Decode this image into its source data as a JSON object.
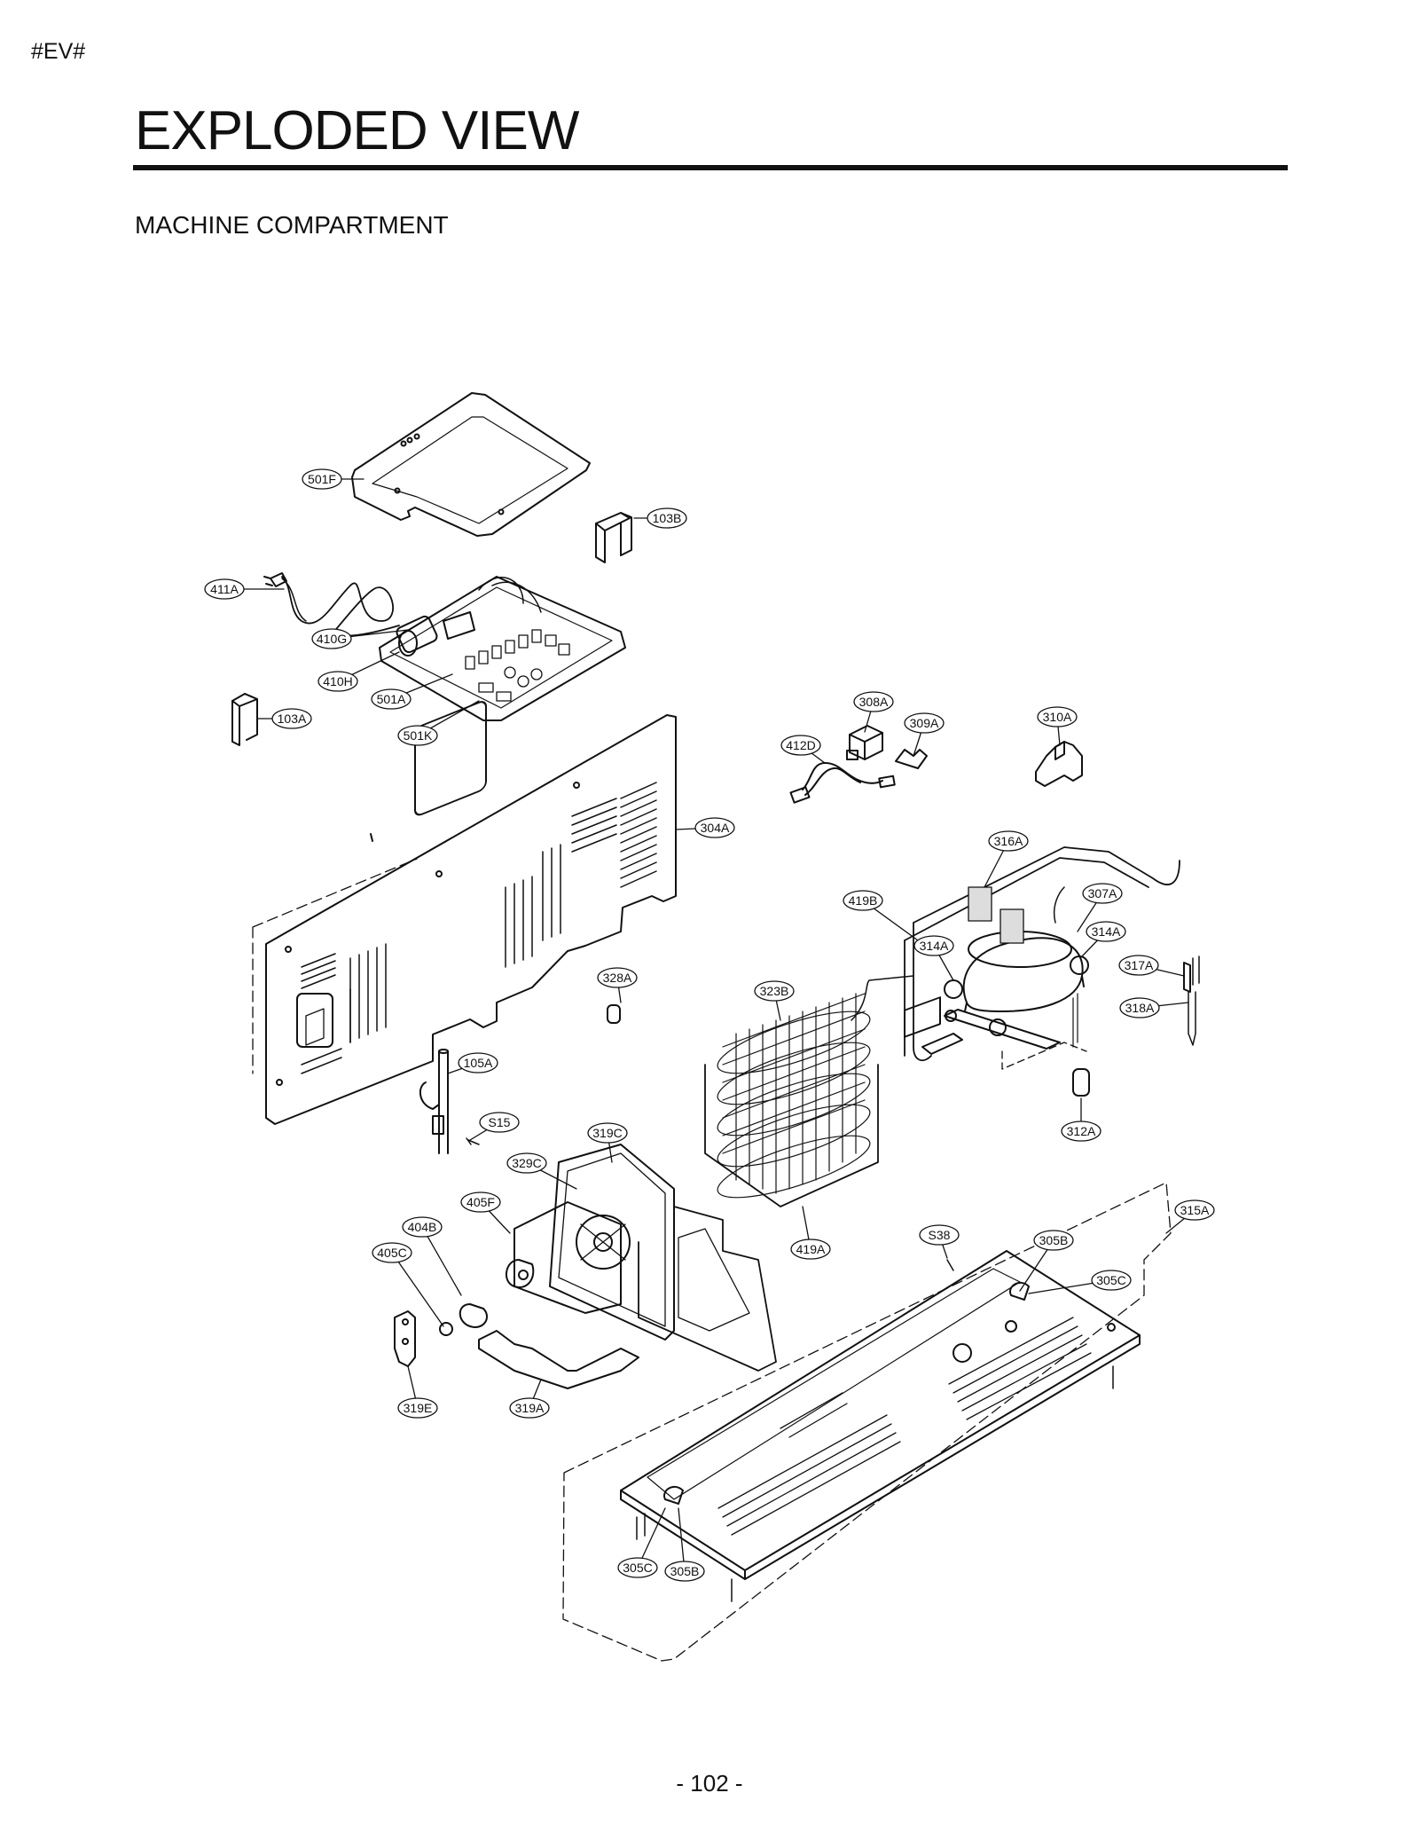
{
  "page": {
    "tag": "#EV#",
    "title": "EXPLODED VIEW",
    "subtitle": "MACHINE COMPARTMENT",
    "page_number": "- 102 -"
  },
  "diagram": {
    "parts": [
      {
        "label": "501F",
        "name": "pcb-cover-501f"
      },
      {
        "label": "103B",
        "name": "bracket-103b"
      },
      {
        "label": "411A",
        "name": "power-cord-411a"
      },
      {
        "label": "410G",
        "name": "part-410g"
      },
      {
        "label": "410H",
        "name": "part-410h"
      },
      {
        "label": "501A",
        "name": "main-pcb-501a"
      },
      {
        "label": "501K",
        "name": "pcb-case-501k"
      },
      {
        "label": "103A",
        "name": "bracket-103a"
      },
      {
        "label": "308A",
        "name": "part-308a"
      },
      {
        "label": "309A",
        "name": "part-309a"
      },
      {
        "label": "310A",
        "name": "part-310a"
      },
      {
        "label": "412D",
        "name": "wire-harness-412d"
      },
      {
        "label": "304A",
        "name": "rear-cover-304a"
      },
      {
        "label": "316A",
        "name": "label-316a"
      },
      {
        "label": "307A",
        "name": "compressor-307a"
      },
      {
        "label": "419B",
        "name": "tube-419b"
      },
      {
        "label": "314A",
        "name": "grommet-314a-left"
      },
      {
        "label": "314A",
        "name": "grommet-314a-right"
      },
      {
        "label": "317A",
        "name": "part-317a"
      },
      {
        "label": "318A",
        "name": "part-318a"
      },
      {
        "label": "328A",
        "name": "part-328a"
      },
      {
        "label": "323B",
        "name": "condenser-323b"
      },
      {
        "label": "105A",
        "name": "drain-pipe-105a"
      },
      {
        "label": "S15",
        "name": "screw-s15"
      },
      {
        "label": "312A",
        "name": "part-312a"
      },
      {
        "label": "319C",
        "name": "fan-shroud-319c"
      },
      {
        "label": "329C",
        "name": "part-329c"
      },
      {
        "label": "405F",
        "name": "fan-405f"
      },
      {
        "label": "404B",
        "name": "fan-motor-404b"
      },
      {
        "label": "405C",
        "name": "part-405c"
      },
      {
        "label": "419A",
        "name": "tube-419a"
      },
      {
        "label": "S38",
        "name": "screw-s38"
      },
      {
        "label": "315A",
        "name": "base-plate-315a"
      },
      {
        "label": "305B",
        "name": "roller-305b-top"
      },
      {
        "label": "305C",
        "name": "roller-305c-top"
      },
      {
        "label": "319E",
        "name": "part-319e"
      },
      {
        "label": "319A",
        "name": "fan-bracket-319a"
      },
      {
        "label": "305C",
        "name": "roller-305c-bottom"
      },
      {
        "label": "305B",
        "name": "roller-305b-bottom"
      }
    ]
  }
}
